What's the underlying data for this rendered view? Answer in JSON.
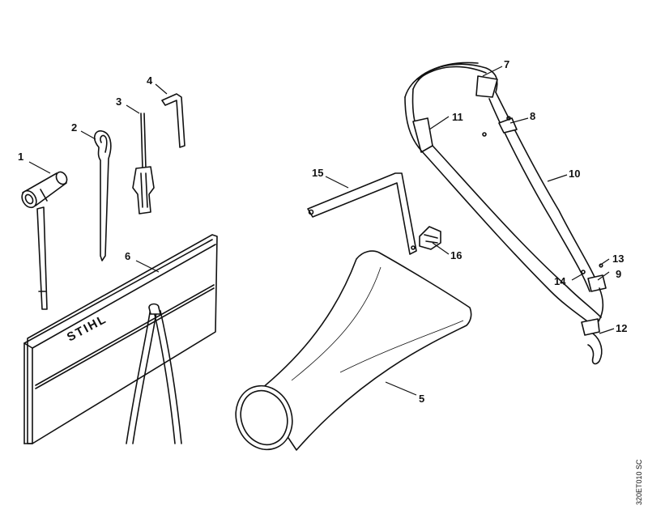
{
  "parts": [
    {
      "number": "1"
    },
    {
      "number": "2"
    },
    {
      "number": "3"
    },
    {
      "number": "4"
    },
    {
      "number": "5"
    },
    {
      "number": "6"
    },
    {
      "number": "7"
    },
    {
      "number": "8"
    },
    {
      "number": "9"
    },
    {
      "number": "10"
    },
    {
      "number": "11"
    },
    {
      "number": "12"
    },
    {
      "number": "13"
    },
    {
      "number": "14"
    },
    {
      "number": "15"
    },
    {
      "number": "16"
    }
  ],
  "tool_bag": {
    "logo_text": "STIHL"
  },
  "drawing_code": "320ET010 SC"
}
